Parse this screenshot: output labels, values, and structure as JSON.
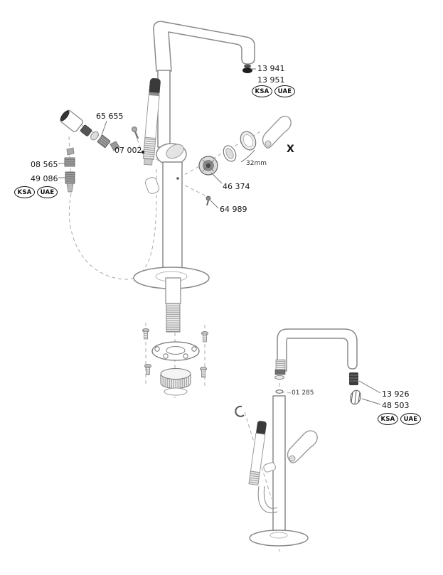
{
  "diagram": {
    "badges": {
      "ksa": "KSA",
      "uae": "UAE"
    },
    "labels": {
      "p13941": "13 941",
      "p13951": "13 951",
      "p65655": "65 655",
      "p07002": "07 002",
      "p08565": "08 565",
      "p49086": "49 086",
      "p46374": "46 374",
      "p64989": "64 989",
      "size32": "32mm",
      "xmark": "X",
      "p01285": "01 285",
      "p13926": "13 926",
      "p48503": "48 503"
    }
  }
}
